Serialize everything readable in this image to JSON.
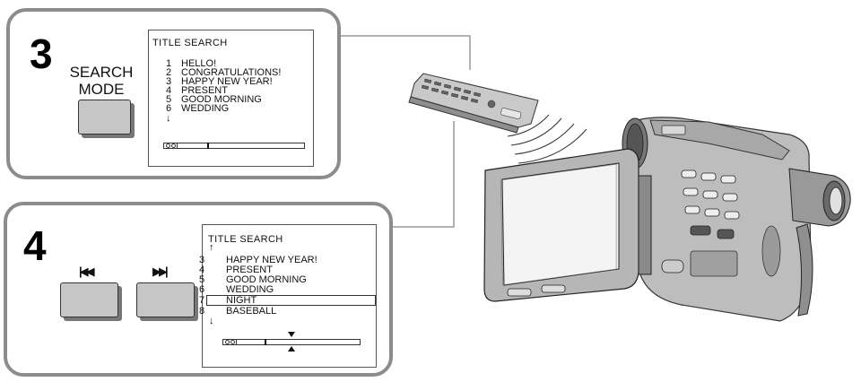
{
  "step3": {
    "number": "3",
    "button_label_line1": "SEARCH",
    "button_label_line2": "MODE",
    "screen": {
      "title": "TITLE SEARCH",
      "rows": [
        {
          "num": "1",
          "title": "HELLO!"
        },
        {
          "num": "2",
          "title": "CONGRATULATIONS!"
        },
        {
          "num": "3",
          "title": "HAPPY NEW YEAR!"
        },
        {
          "num": "4",
          "title": "PRESENT"
        },
        {
          "num": "5",
          "title": "GOOD MORNING"
        },
        {
          "num": "6",
          "title": "WEDDING"
        }
      ],
      "down_arrow": "↓"
    }
  },
  "step4": {
    "number": "4",
    "prev_glyph": "|◀◀",
    "next_glyph": "▶▶|",
    "screen": {
      "title": "TITLE SEARCH",
      "up_arrow": "↑",
      "rows": [
        {
          "num": "3",
          "title": "HAPPY NEW YEAR!"
        },
        {
          "num": "4",
          "title": "PRESENT"
        },
        {
          "num": "5",
          "title": "GOOD MORNING"
        },
        {
          "num": "6",
          "title": "WEDDING"
        },
        {
          "num": "7",
          "title": "NIGHT"
        },
        {
          "num": "8",
          "title": "BASEBALL"
        }
      ],
      "selected_row": "7",
      "down_arrow": "↓"
    }
  },
  "devices": {
    "remote_label": "",
    "camcorder_label": ""
  },
  "colors": {
    "panel_border": "#8c8c8c",
    "button_face": "#c6c6c6",
    "device_body": "#b4b4b4"
  }
}
